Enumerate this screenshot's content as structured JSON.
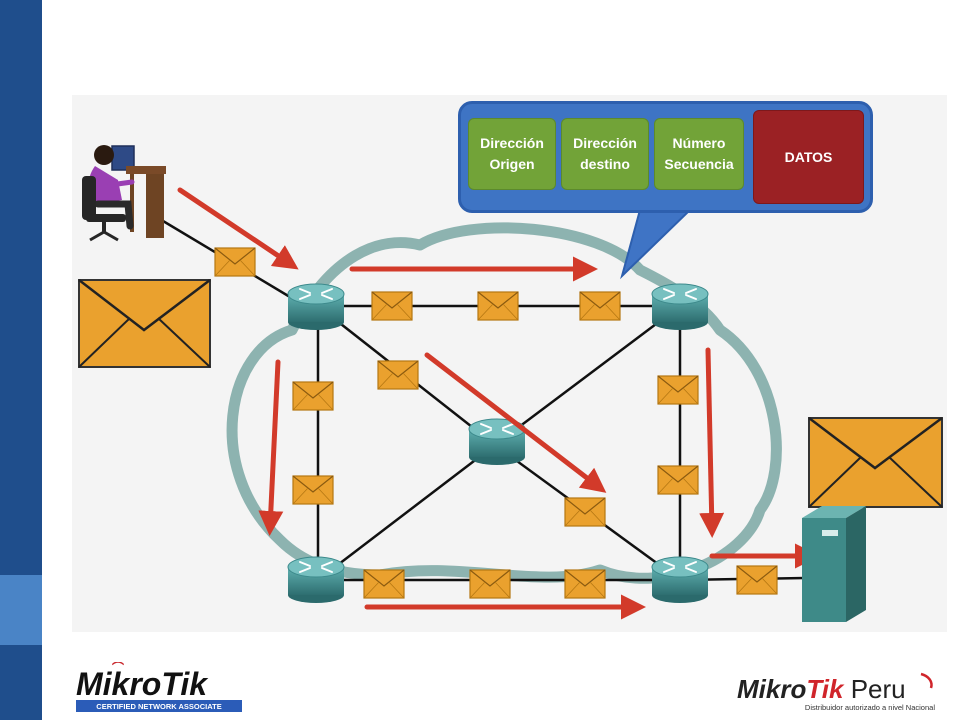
{
  "colors": {
    "sidebar": "#1f4e8c",
    "sidebar_accent": "#4a84c6",
    "header_bar": "#3e74c4",
    "header_green": "#72a338",
    "header_red": "#9b2124",
    "arrow_red": "#d23a2a",
    "cloud": "#7aa7a3",
    "router": "#3f8a8c",
    "envelope": "#eaa12e"
  },
  "packet_header": {
    "fields": [
      {
        "label": "Dirección\nOrigen"
      },
      {
        "label": "Dirección\ndestino"
      },
      {
        "label": "Número\nSecuencia"
      }
    ],
    "data_label": "DATOS"
  },
  "icons": [
    "user-at-computer-icon",
    "router-icon",
    "envelope-icon",
    "server-icon"
  ],
  "logos": {
    "left": {
      "brand": "MikroTik",
      "tagline": "CERTIFIED NETWORK ASSOCIATE"
    },
    "right": {
      "brand": "MikroTik Peru",
      "tagline": "Distribuidor autorizado a nivel Nacional"
    }
  }
}
